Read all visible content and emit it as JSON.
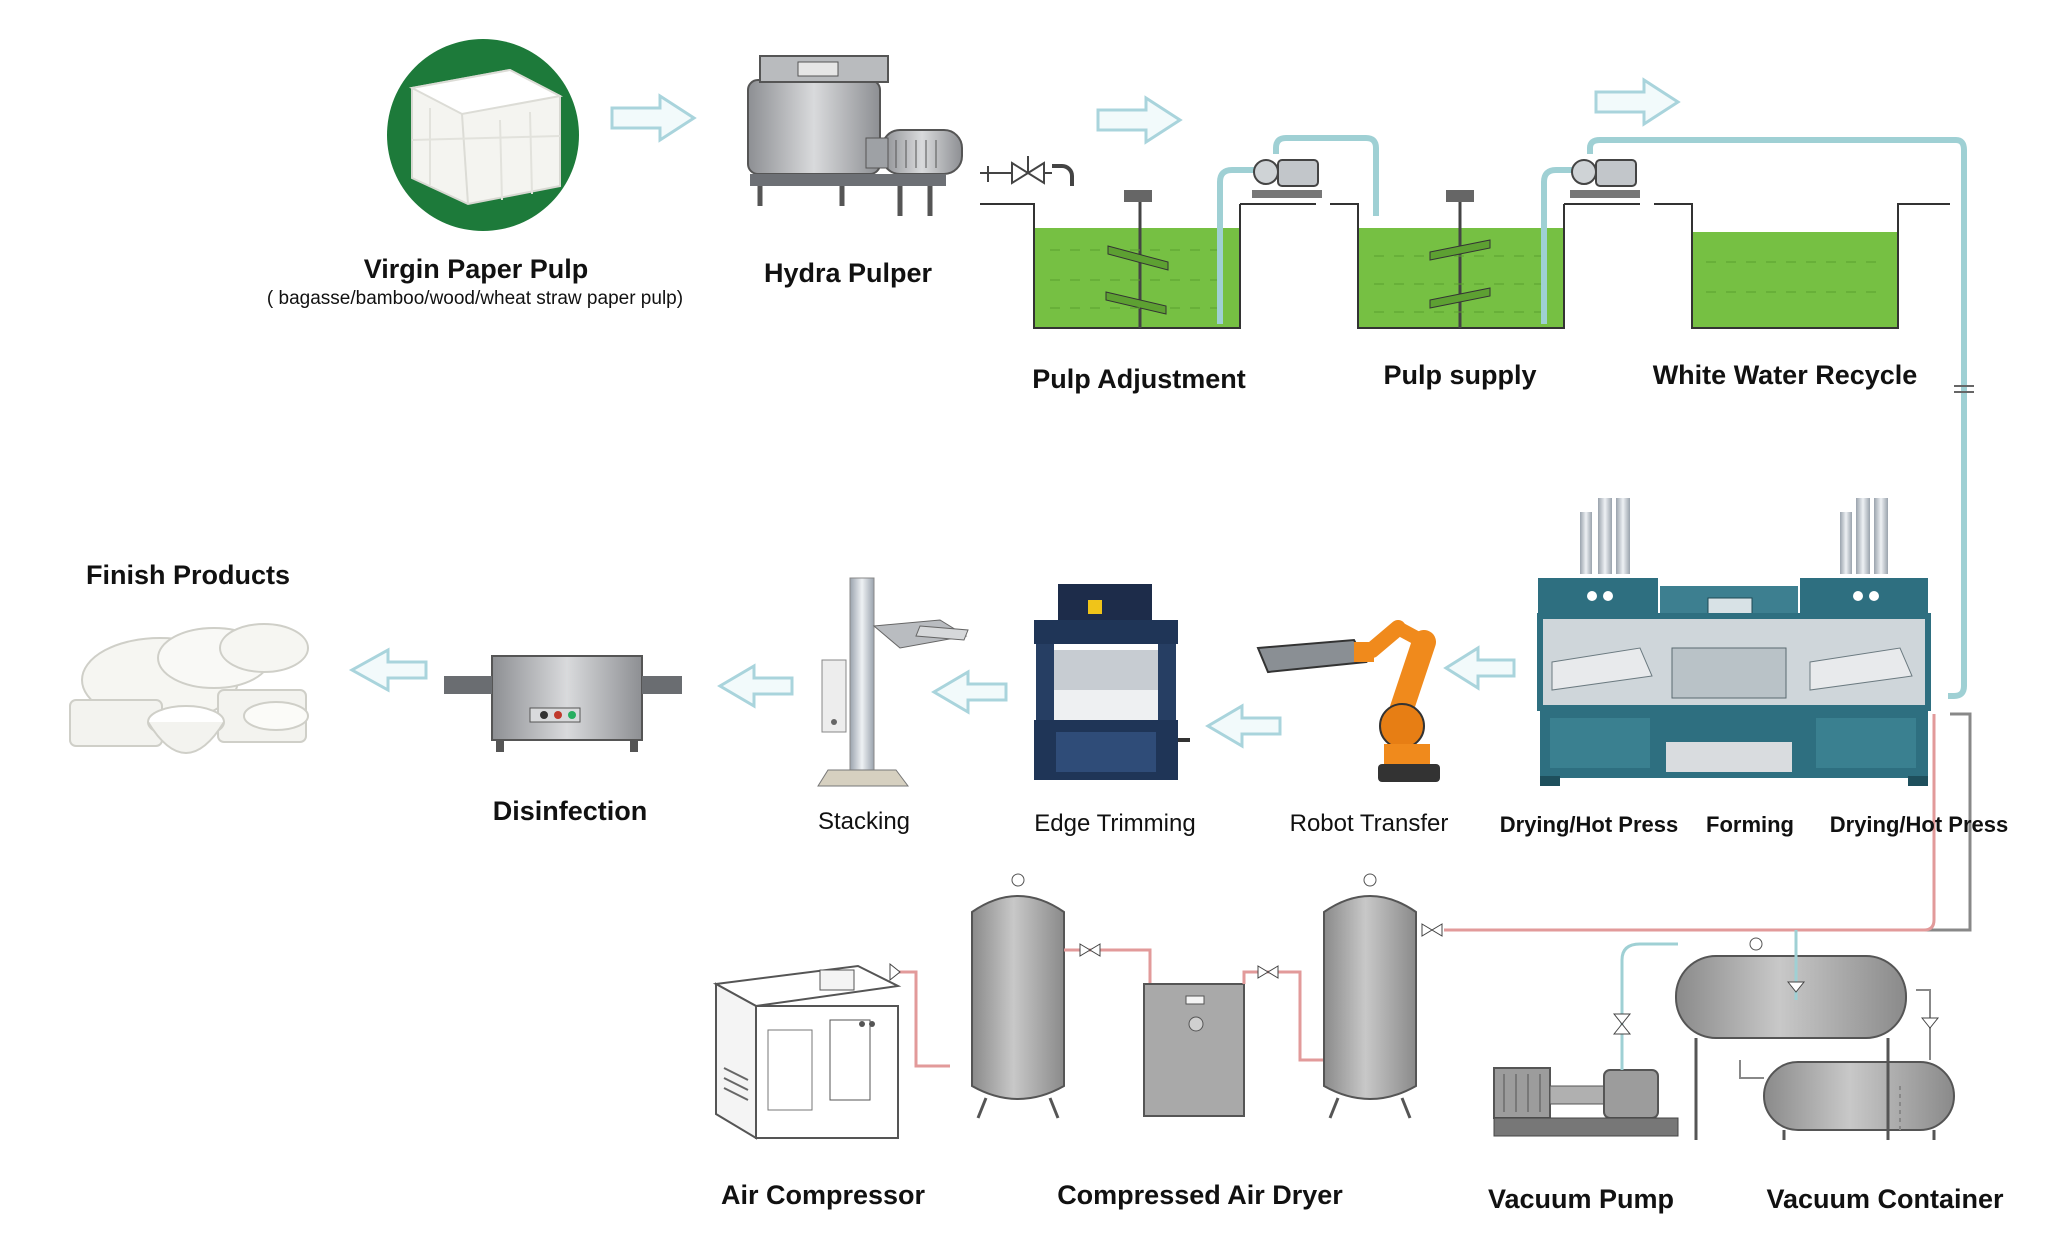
{
  "labels": {
    "virgin_pulp": "Virgin Paper Pulp",
    "virgin_pulp_sub": "( bagasse/bamboo/wood/wheat straw paper pulp)",
    "hydra_pulper": "Hydra Pulper",
    "pulp_adjustment": "Pulp Adjustment",
    "pulp_supply": "Pulp supply",
    "white_water": "White Water Recycle",
    "finish_products": "Finish Products",
    "disinfection": "Disinfection",
    "stacking": "Stacking",
    "edge_trimming": "Edge Trimming",
    "robot_transfer": "Robot Transfer",
    "drying_left": "Drying/Hot Press",
    "forming": "Forming",
    "drying_right": "Drying/Hot Press",
    "air_compressor": "Air Compressor",
    "air_dryer": "Compressed Air Dryer",
    "vacuum_pump": "Vacuum Pump",
    "vacuum_container": "Vacuum Container"
  },
  "colors": {
    "pulp_green": "#76c043",
    "pulp_circle": "#1d7a3a",
    "arrow_outline": "#a9d4dc",
    "water_pipe": "#9fd0d4",
    "air_pipe": "#e29a9a",
    "machine_teal": "#2e6f80",
    "robot_orange": "#f08a1c",
    "tank_gray": "#a9a9a9"
  }
}
